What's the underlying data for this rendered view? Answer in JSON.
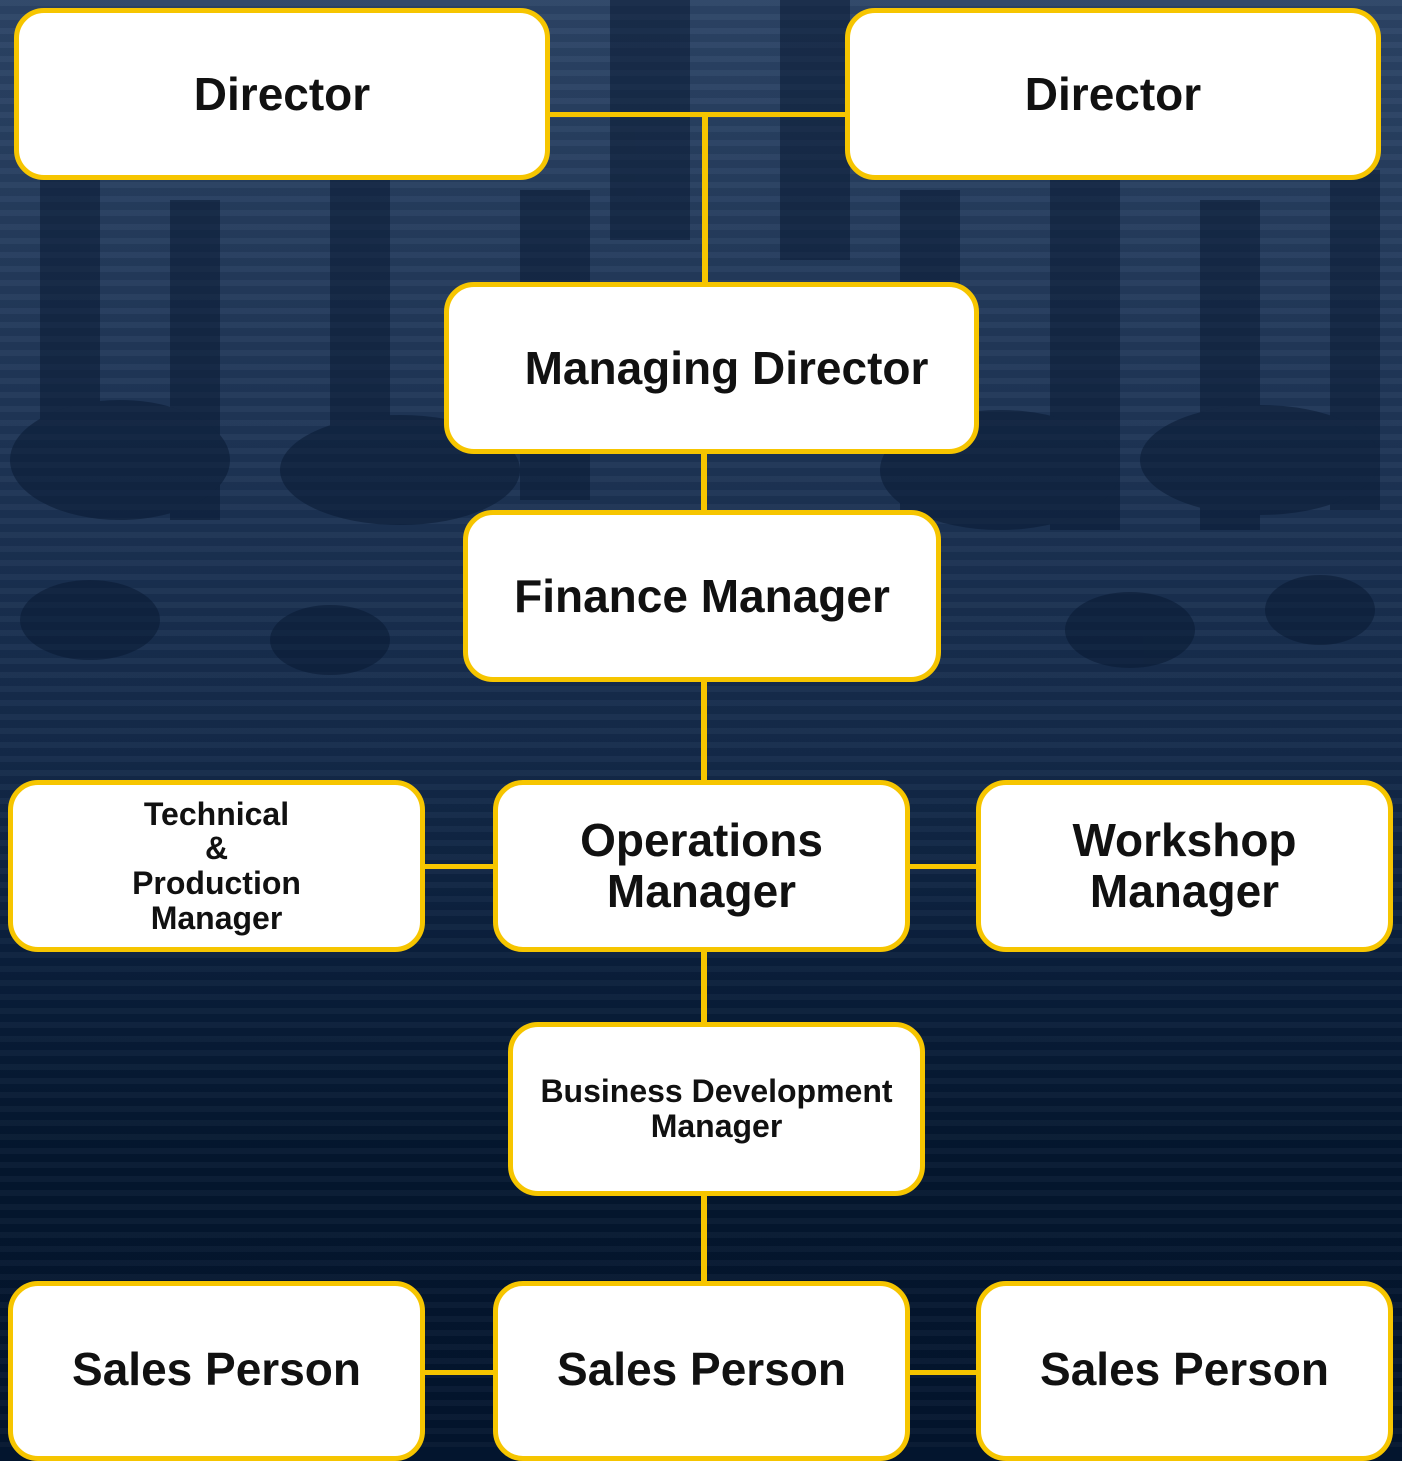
{
  "colors": {
    "accent": "#f6c500",
    "node_fill": "#ffffff",
    "background": "#03152e",
    "text": "#111111"
  },
  "nodes": {
    "director_left": "Director",
    "director_right": "Director",
    "managing_director": "Managing Director",
    "finance_manager": "Finance Manager",
    "technical_production_manager": "Technical\n&\nProduction\nManager",
    "operations_manager": "Operations\nManager",
    "workshop_manager": "Workshop\nManager",
    "business_development_manager": "Business Development\nManager",
    "sales_person_left": "Sales Person",
    "sales_person_center": "Sales Person",
    "sales_person_right": "Sales Person"
  }
}
